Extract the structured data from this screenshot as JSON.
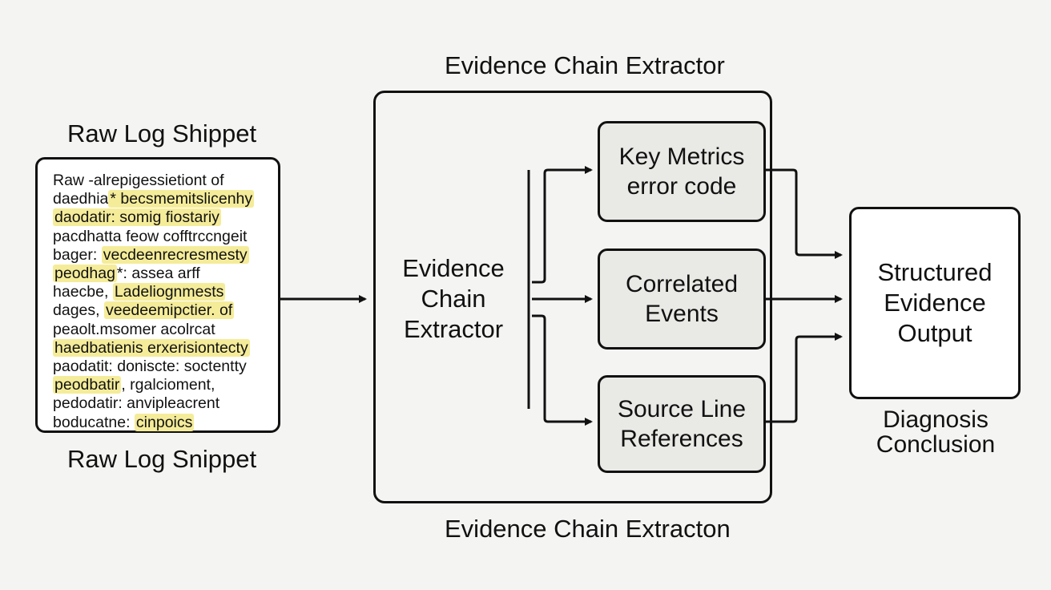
{
  "diagram": {
    "top_title": "Evidence Chain Extractor",
    "bottom_title": "Evidence Chain Extracton",
    "log_panel": {
      "title_top": "Raw Log Shippet",
      "title_bottom": "Raw Log Snippet",
      "lines": [
        {
          "text": "Raw -alrepigessietiont of",
          "highlight": ""
        },
        {
          "text": "daedhia",
          "highlight": "* becsmemitslicenhy"
        },
        {
          "text": "",
          "highlight": "daodatir: somig fiostariy"
        },
        {
          "text": "pacdhatta  feow cofftrccngeit",
          "highlight": ""
        },
        {
          "text": "bager: ",
          "highlight": "vecdeenrecresmesty"
        },
        {
          "text": "",
          "highlight": "peodhag",
          "rest": "*: assea arff"
        },
        {
          "text": "haecbe, ",
          "highlight": "Ladeliognmests"
        },
        {
          "text": "dages, ",
          "highlight": "veedeemipctier. of"
        },
        {
          "text": "peaolt.msomer acolrcat",
          "highlight": ""
        },
        {
          "text": "",
          "highlight": "haedbatienis erxerisiontecty"
        },
        {
          "text": "paodatit: doniscte: soctentty",
          "highlight": ""
        },
        {
          "text": "",
          "highlight": "peodbatir",
          "rest": ", rgalcioment,"
        },
        {
          "text": "pedodatir: anvipleacrent",
          "highlight": ""
        },
        {
          "text": "boducatne: ",
          "highlight": "cinpoics"
        }
      ]
    },
    "extractor_label": "Evidence Chain Extractor",
    "nodes": {
      "key_metrics": "Key Metrics error code",
      "correlated_events": "Correlated Events",
      "source_refs": "Source Line References"
    },
    "output": {
      "label": "Structured Evidence Output",
      "caption": "Diagnosis Conclusion"
    },
    "colors": {
      "highlight": "#f5ec9a",
      "node_fill": "#e9e9e6",
      "stroke": "#111111",
      "background": "#f4f4f2"
    }
  }
}
